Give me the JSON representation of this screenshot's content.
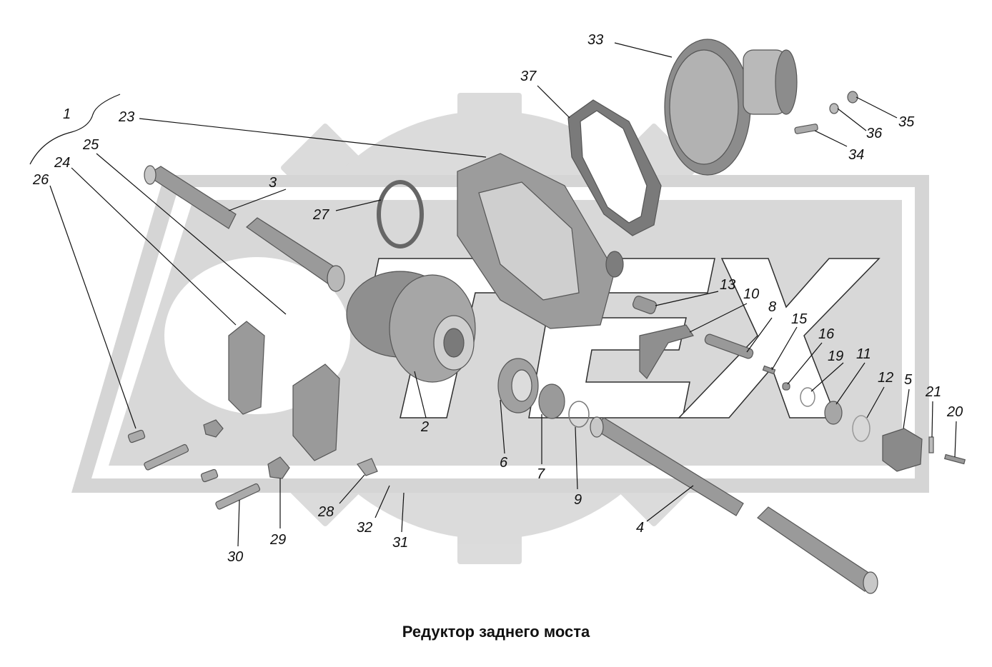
{
  "title": "Редуктор заднего моста",
  "watermark_text": "TEX",
  "colors": {
    "watermark_gray": "#d9d9d9",
    "part_gray": "#a8a8a8",
    "part_dark": "#6e6e6e",
    "label": "#111111"
  },
  "callouts": [
    "1",
    "2",
    "3",
    "4",
    "5",
    "6",
    "7",
    "8",
    "9",
    "10",
    "11",
    "12",
    "13",
    "15",
    "16",
    "19",
    "20",
    "21",
    "23",
    "24",
    "25",
    "26",
    "27",
    "28",
    "29",
    "30",
    "31",
    "32",
    "33",
    "34",
    "35",
    "36",
    "37"
  ]
}
